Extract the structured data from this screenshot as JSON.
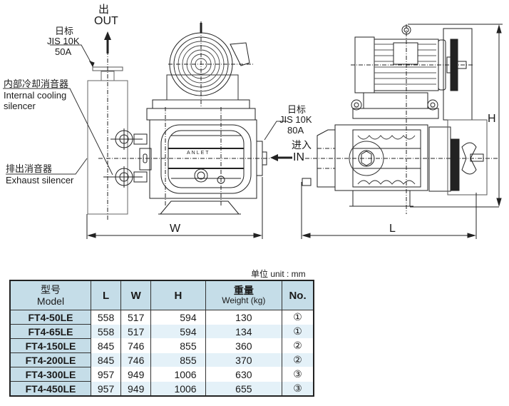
{
  "drawing": {
    "outlet": {
      "cn": "出",
      "en": "OUT",
      "flange_cn": "日标",
      "flange_std": "JIS 10K",
      "flange_size": "50A"
    },
    "inlet": {
      "cn": "进入",
      "en": "IN",
      "flange_cn": "日标",
      "flange_std": "JIS 10K",
      "flange_size": "80A"
    },
    "internal_silencer": {
      "cn": "内部冷却消音器",
      "en_line1": "Internal cooling",
      "en_line2": "silencer"
    },
    "exhaust_silencer": {
      "cn": "排出消音器",
      "en": "Exhaust silencer"
    },
    "casing_text": "ANLET",
    "dimensions": {
      "width": "W",
      "length": "L",
      "height": "H"
    }
  },
  "table": {
    "unit_label": "单位 unit : mm",
    "headers": {
      "model_cn": "型号",
      "model_en": "Model",
      "L": "L",
      "W": "W",
      "H": "H",
      "weight_cn": "重量",
      "weight_en": "Weight (kg)",
      "no": "No."
    },
    "rows": [
      {
        "model": "FT4-50LE",
        "L": "558",
        "W": "517",
        "H": "594",
        "weight": "130",
        "no": "①"
      },
      {
        "model": "FT4-65LE",
        "L": "558",
        "W": "517",
        "H": "594",
        "weight": "134",
        "no": "①"
      },
      {
        "model": "FT4-150LE",
        "L": "845",
        "W": "746",
        "H": "855",
        "weight": "360",
        "no": "②"
      },
      {
        "model": "FT4-200LE",
        "L": "845",
        "W": "746",
        "H": "855",
        "weight": "370",
        "no": "②"
      },
      {
        "model": "FT4-300LE",
        "L": "957",
        "W": "949",
        "H": "1006",
        "weight": "630",
        "no": "③"
      },
      {
        "model": "FT4-450LE",
        "L": "957",
        "W": "949",
        "H": "1006",
        "weight": "655",
        "no": "③"
      }
    ]
  }
}
